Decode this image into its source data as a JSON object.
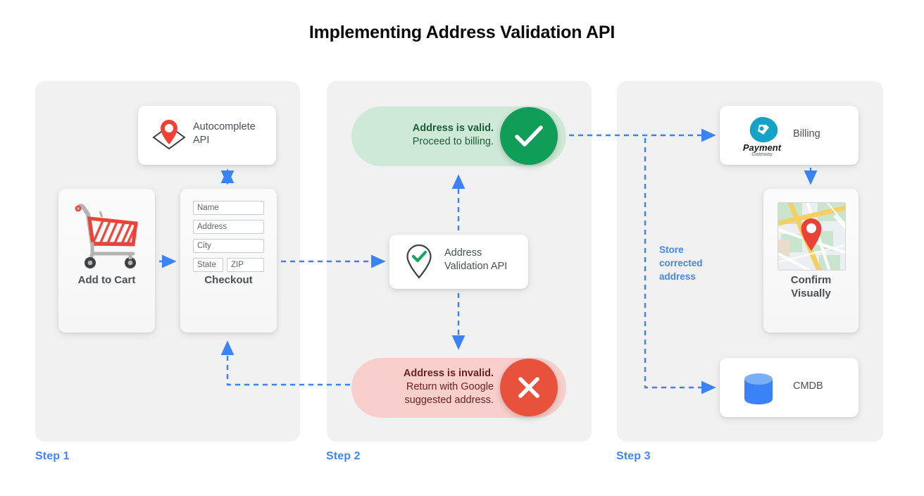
{
  "page": {
    "title": "Implementing Address Validation API",
    "accent_blue": "#4285f4",
    "valid_green": "#109d57",
    "invalid_red": "#e8513c",
    "panel_bg": "#f1f1f1"
  },
  "steps": [
    {
      "label": "Step 1"
    },
    {
      "label": "Step 2"
    },
    {
      "label": "Step 3"
    }
  ],
  "step1": {
    "autocomplete": {
      "label": "Autocomplete API",
      "icon": "map-pin-diamond-icon"
    },
    "cart": {
      "label": "Add to Cart",
      "icon": "shopping-cart-icon"
    },
    "checkout": {
      "label": "Checkout",
      "fields": [
        {
          "name": "name",
          "placeholder": "Name"
        },
        {
          "name": "address",
          "placeholder": "Address"
        },
        {
          "name": "city",
          "placeholder": "City"
        },
        {
          "name": "state",
          "placeholder": "State"
        },
        {
          "name": "zip",
          "placeholder": "ZIP"
        }
      ]
    }
  },
  "step2": {
    "valid": {
      "headline": "Address is valid.",
      "detail": "Proceed to billing.",
      "icon": "check-icon",
      "color": "#109d57"
    },
    "invalid": {
      "headline": "Address is invalid.",
      "detail_line1": "Return with Google",
      "detail_line2": "suggested address.",
      "icon": "close-icon",
      "color": "#e8513c"
    },
    "validation_api": {
      "line1": "Address",
      "line2": "Validation API",
      "icon": "pin-check-icon"
    }
  },
  "step3": {
    "billing": {
      "label": "Billing",
      "logo_primary": "Payment",
      "logo_secondary": "Gateway",
      "icon": "payment-gateway-icon"
    },
    "confirm": {
      "line1": "Confirm",
      "line2": "Visually",
      "icon": "map-thumbnail-icon"
    },
    "cmdb": {
      "label": "CMDB",
      "icon": "database-cylinder-icon"
    },
    "store_note": {
      "line1": "Store",
      "line2": "corrected",
      "line3": "address"
    }
  }
}
